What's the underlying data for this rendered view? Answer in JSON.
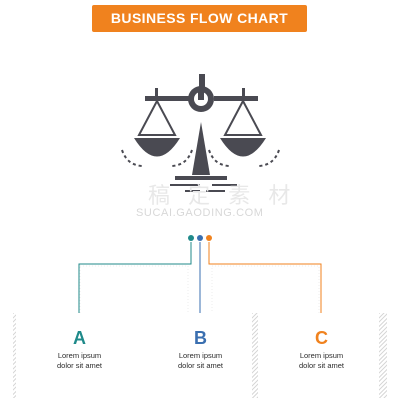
{
  "header": {
    "title": "BUSINESS FLOW CHART"
  },
  "watermark": {
    "text": "稿 定 素 材",
    "sub": "SUCAI.GAODING.COM"
  },
  "cards": [
    {
      "letter": "A",
      "line1": "Lorem ipsum",
      "line2": "dolor sit amet",
      "color": "#1f8a8a"
    },
    {
      "letter": "B",
      "line1": "Lorem ipsum",
      "line2": "dolor sit amet",
      "color": "#3a6fb0"
    },
    {
      "letter": "C",
      "line1": "Lorem ipsum",
      "line2": "dolor sit amet",
      "color": "#f0821e"
    }
  ],
  "colors": {
    "accent": "#f0821e",
    "icon": "#4a4a52",
    "teal": "#1f8a8a",
    "blue": "#3a6fb0"
  },
  "icon": {
    "name": "balance-scale-icon"
  }
}
